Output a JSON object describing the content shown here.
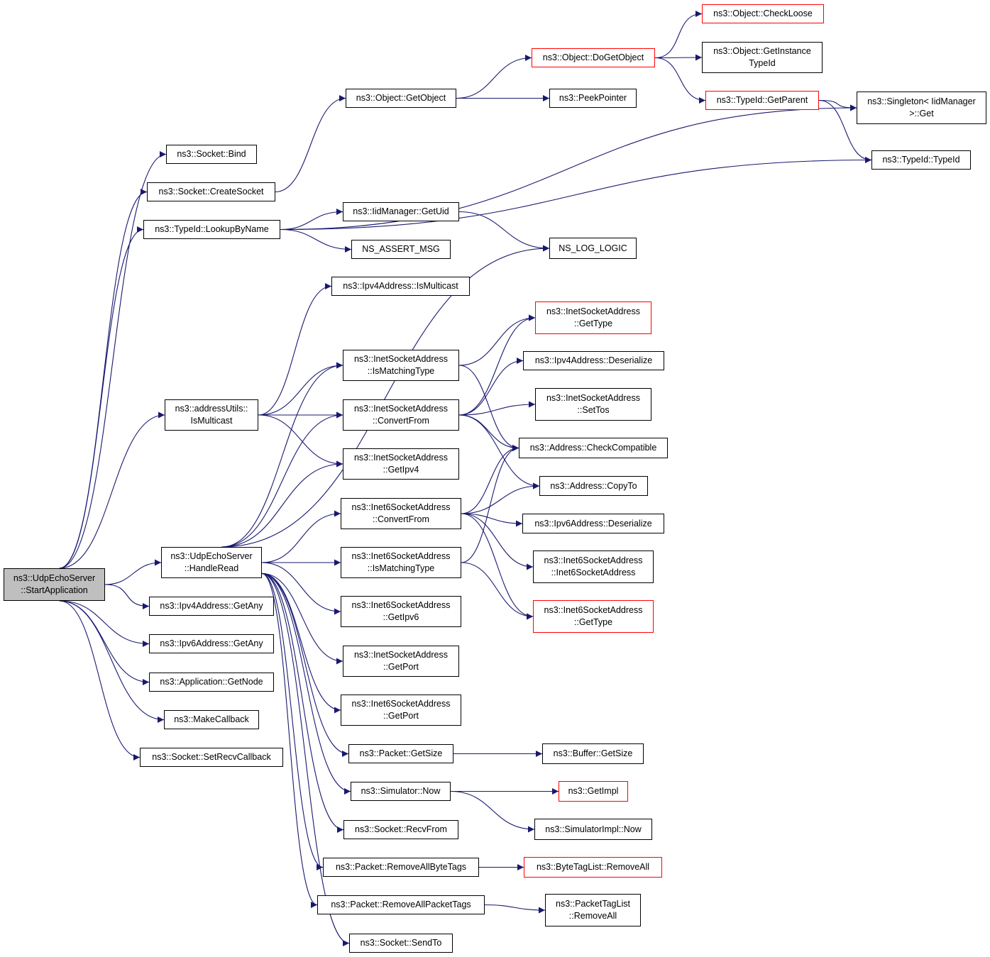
{
  "colors": {
    "edge": "#191970",
    "border_default": "#000000",
    "border_truncated": "#ff0000",
    "root_fill": "#bfbfbf"
  },
  "nodes": {
    "start_application": {
      "lines": [
        "ns3::UdpEchoServer",
        "::StartApplication"
      ],
      "style": "root"
    },
    "socket_bind": {
      "lines": [
        "ns3::Socket::Bind"
      ]
    },
    "socket_create_socket": {
      "lines": [
        "ns3::Socket::CreateSocket"
      ]
    },
    "typeid_lookup_by_name": {
      "lines": [
        "ns3::TypeId::LookupByName"
      ]
    },
    "address_utils_is_multicast": {
      "lines": [
        "ns3::addressUtils::",
        "IsMulticast"
      ]
    },
    "udp_echo_server_handle_read": {
      "lines": [
        "ns3::UdpEchoServer",
        "::HandleRead"
      ]
    },
    "ipv4address_get_any": {
      "lines": [
        "ns3::Ipv4Address::GetAny"
      ]
    },
    "ipv6address_get_any": {
      "lines": [
        "ns3::Ipv6Address::GetAny"
      ]
    },
    "application_get_node": {
      "lines": [
        "ns3::Application::GetNode"
      ]
    },
    "make_callback": {
      "lines": [
        "ns3::MakeCallback"
      ]
    },
    "socket_set_recv_callback": {
      "lines": [
        "ns3::Socket::SetRecvCallback"
      ]
    },
    "object_get_object": {
      "lines": [
        "ns3::Object::GetObject"
      ]
    },
    "iid_manager_get_uid": {
      "lines": [
        "ns3::IidManager::GetUid"
      ]
    },
    "ns_assert_msg": {
      "lines": [
        "NS_ASSERT_MSG"
      ]
    },
    "ipv4address_is_multicast": {
      "lines": [
        "ns3::Ipv4Address::IsMulticast"
      ]
    },
    "inet_is_matching_type": {
      "lines": [
        "ns3::InetSocketAddress",
        "::IsMatchingType"
      ]
    },
    "inet_convert_from": {
      "lines": [
        "ns3::InetSocketAddress",
        "::ConvertFrom"
      ]
    },
    "inet_get_ipv4": {
      "lines": [
        "ns3::InetSocketAddress",
        "::GetIpv4"
      ]
    },
    "inet6_convert_from": {
      "lines": [
        "ns3::Inet6SocketAddress",
        "::ConvertFrom"
      ]
    },
    "inet6_is_matching_type": {
      "lines": [
        "ns3::Inet6SocketAddress",
        "::IsMatchingType"
      ]
    },
    "inet6_get_ipv6": {
      "lines": [
        "ns3::Inet6SocketAddress",
        "::GetIpv6"
      ]
    },
    "inet_get_port": {
      "lines": [
        "ns3::InetSocketAddress",
        "::GetPort"
      ]
    },
    "inet6_get_port": {
      "lines": [
        "ns3::Inet6SocketAddress",
        "::GetPort"
      ]
    },
    "packet_get_size": {
      "lines": [
        "ns3::Packet::GetSize"
      ]
    },
    "simulator_now": {
      "lines": [
        "ns3::Simulator::Now"
      ]
    },
    "socket_recv_from": {
      "lines": [
        "ns3::Socket::RecvFrom"
      ]
    },
    "packet_remove_all_byte_tags": {
      "lines": [
        "ns3::Packet::RemoveAllByteTags"
      ]
    },
    "packet_remove_all_packet_tags": {
      "lines": [
        "ns3::Packet::RemoveAllPacketTags"
      ]
    },
    "socket_send_to": {
      "lines": [
        "ns3::Socket::SendTo"
      ]
    },
    "object_do_get_object": {
      "lines": [
        "ns3::Object::DoGetObject"
      ],
      "style": "red"
    },
    "peek_pointer": {
      "lines": [
        "ns3::PeekPointer"
      ]
    },
    "object_check_loose": {
      "lines": [
        "ns3::Object::CheckLoose"
      ],
      "style": "red"
    },
    "object_get_instance_type_id": {
      "lines": [
        "ns3::Object::GetInstance",
        "TypeId"
      ]
    },
    "typeid_get_parent": {
      "lines": [
        "ns3::TypeId::GetParent"
      ],
      "style": "red"
    },
    "singleton_get": {
      "lines": [
        "ns3::Singleton< IidManager",
        ">::Get"
      ]
    },
    "typeid_typeid": {
      "lines": [
        "ns3::TypeId::TypeId"
      ]
    },
    "ns_log_logic": {
      "lines": [
        "NS_LOG_LOGIC"
      ]
    },
    "inet_get_type": {
      "lines": [
        "ns3::InetSocketAddress",
        "::GetType"
      ],
      "style": "red"
    },
    "ipv4address_deserialize": {
      "lines": [
        "ns3::Ipv4Address::Deserialize"
      ]
    },
    "inet_set_tos": {
      "lines": [
        "ns3::InetSocketAddress",
        "::SetTos"
      ]
    },
    "address_check_compatible": {
      "lines": [
        "ns3::Address::CheckCompatible"
      ]
    },
    "address_copy_to": {
      "lines": [
        "ns3::Address::CopyTo"
      ]
    },
    "ipv6address_deserialize": {
      "lines": [
        "ns3::Ipv6Address::Deserialize"
      ]
    },
    "inet6_ctor": {
      "lines": [
        "ns3::Inet6SocketAddress",
        "::Inet6SocketAddress"
      ]
    },
    "inet6_get_type": {
      "lines": [
        "ns3::Inet6SocketAddress",
        "::GetType"
      ],
      "style": "red"
    },
    "buffer_get_size": {
      "lines": [
        "ns3::Buffer::GetSize"
      ]
    },
    "get_impl": {
      "lines": [
        "ns3::GetImpl"
      ],
      "style": "red"
    },
    "simulator_impl_now": {
      "lines": [
        "ns3::SimulatorImpl::Now"
      ]
    },
    "byte_tag_list_remove_all": {
      "lines": [
        "ns3::ByteTagList::RemoveAll"
      ],
      "style": "red"
    },
    "packet_tag_list_remove_all": {
      "lines": [
        "ns3::PacketTagList",
        "::RemoveAll"
      ]
    }
  },
  "edges": [
    [
      "start_application",
      "socket_bind"
    ],
    [
      "start_application",
      "socket_create_socket"
    ],
    [
      "start_application",
      "typeid_lookup_by_name"
    ],
    [
      "start_application",
      "address_utils_is_multicast"
    ],
    [
      "start_application",
      "udp_echo_server_handle_read"
    ],
    [
      "start_application",
      "ipv4address_get_any"
    ],
    [
      "start_application",
      "ipv6address_get_any"
    ],
    [
      "start_application",
      "application_get_node"
    ],
    [
      "start_application",
      "make_callback"
    ],
    [
      "start_application",
      "socket_set_recv_callback"
    ],
    [
      "socket_create_socket",
      "object_get_object"
    ],
    [
      "object_get_object",
      "object_do_get_object"
    ],
    [
      "object_get_object",
      "peek_pointer"
    ],
    [
      "object_do_get_object",
      "object_check_loose"
    ],
    [
      "object_do_get_object",
      "object_get_instance_type_id"
    ],
    [
      "object_do_get_object",
      "typeid_get_parent"
    ],
    [
      "typeid_get_parent",
      "singleton_get"
    ],
    [
      "typeid_get_parent",
      "typeid_typeid"
    ],
    [
      "typeid_lookup_by_name",
      "singleton_get"
    ],
    [
      "typeid_lookup_by_name",
      "typeid_typeid"
    ],
    [
      "typeid_lookup_by_name",
      "iid_manager_get_uid"
    ],
    [
      "typeid_lookup_by_name",
      "ns_assert_msg"
    ],
    [
      "iid_manager_get_uid",
      "ns_log_logic"
    ],
    [
      "address_utils_is_multicast",
      "ipv4address_is_multicast"
    ],
    [
      "address_utils_is_multicast",
      "inet_is_matching_type"
    ],
    [
      "address_utils_is_multicast",
      "inet_convert_from"
    ],
    [
      "address_utils_is_multicast",
      "inet_get_ipv4"
    ],
    [
      "udp_echo_server_handle_read",
      "ns_log_logic"
    ],
    [
      "udp_echo_server_handle_read",
      "inet_is_matching_type"
    ],
    [
      "udp_echo_server_handle_read",
      "inet_convert_from"
    ],
    [
      "udp_echo_server_handle_read",
      "inet_get_ipv4"
    ],
    [
      "udp_echo_server_handle_read",
      "inet6_convert_from"
    ],
    [
      "udp_echo_server_handle_read",
      "inet6_is_matching_type"
    ],
    [
      "udp_echo_server_handle_read",
      "inet6_get_ipv6"
    ],
    [
      "udp_echo_server_handle_read",
      "inet_get_port"
    ],
    [
      "udp_echo_server_handle_read",
      "inet6_get_port"
    ],
    [
      "udp_echo_server_handle_read",
      "packet_get_size"
    ],
    [
      "udp_echo_server_handle_read",
      "simulator_now"
    ],
    [
      "udp_echo_server_handle_read",
      "socket_recv_from"
    ],
    [
      "udp_echo_server_handle_read",
      "packet_remove_all_byte_tags"
    ],
    [
      "udp_echo_server_handle_read",
      "packet_remove_all_packet_tags"
    ],
    [
      "udp_echo_server_handle_read",
      "socket_send_to"
    ],
    [
      "inet_is_matching_type",
      "inet_get_type"
    ],
    [
      "inet_is_matching_type",
      "address_check_compatible"
    ],
    [
      "inet_convert_from",
      "inet_get_type"
    ],
    [
      "inet_convert_from",
      "ipv4address_deserialize"
    ],
    [
      "inet_convert_from",
      "inet_set_tos"
    ],
    [
      "inet_convert_from",
      "address_check_compatible"
    ],
    [
      "inet_convert_from",
      "address_copy_to"
    ],
    [
      "inet6_convert_from",
      "address_check_compatible"
    ],
    [
      "inet6_convert_from",
      "address_copy_to"
    ],
    [
      "inet6_convert_from",
      "ipv6address_deserialize"
    ],
    [
      "inet6_convert_from",
      "inet6_ctor"
    ],
    [
      "inet6_convert_from",
      "inet6_get_type"
    ],
    [
      "inet6_is_matching_type",
      "address_check_compatible"
    ],
    [
      "inet6_is_matching_type",
      "inet6_get_type"
    ],
    [
      "packet_get_size",
      "buffer_get_size"
    ],
    [
      "simulator_now",
      "get_impl"
    ],
    [
      "simulator_now",
      "simulator_impl_now"
    ],
    [
      "packet_remove_all_byte_tags",
      "byte_tag_list_remove_all"
    ],
    [
      "packet_remove_all_packet_tags",
      "packet_tag_list_remove_all"
    ]
  ]
}
